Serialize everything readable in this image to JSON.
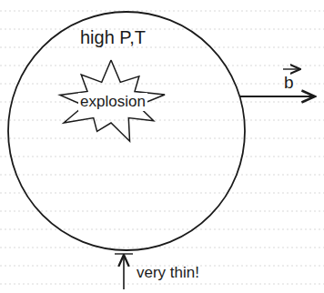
{
  "diagram": {
    "nodes": [
      {
        "text": [
          "high P,T"
        ]
      },
      {
        "text": [
          "explosion"
        ],
        "in": 0
      }
    ],
    "labels": [
      "b",
      "very thin!"
    ]
  }
}
